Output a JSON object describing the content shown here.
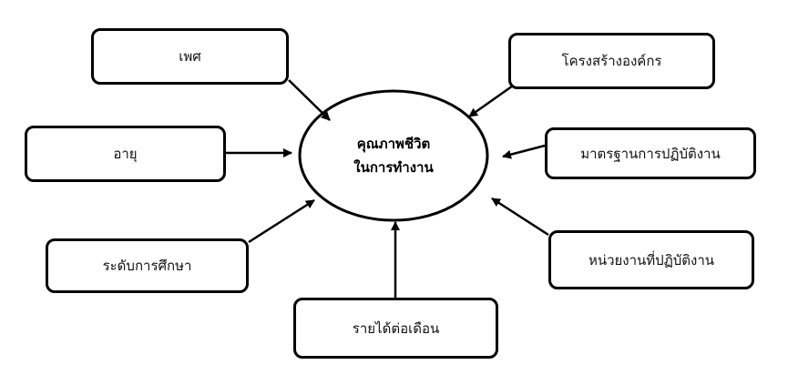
{
  "center": {
    "line1": "คุณภาพชีวิต",
    "line2": "ในการทำงาน"
  },
  "factors": {
    "gender": "เพศ",
    "age": "อายุ",
    "education": "ระดับการศึกษา",
    "income": "รายได้ต่อเดือน",
    "org_structure": "โครงสร้างองค์กร",
    "work_standard": "มาตรฐานการปฏิบัติงาน",
    "work_unit": "หน่วยงานที่ปฏิบัติงาน"
  }
}
